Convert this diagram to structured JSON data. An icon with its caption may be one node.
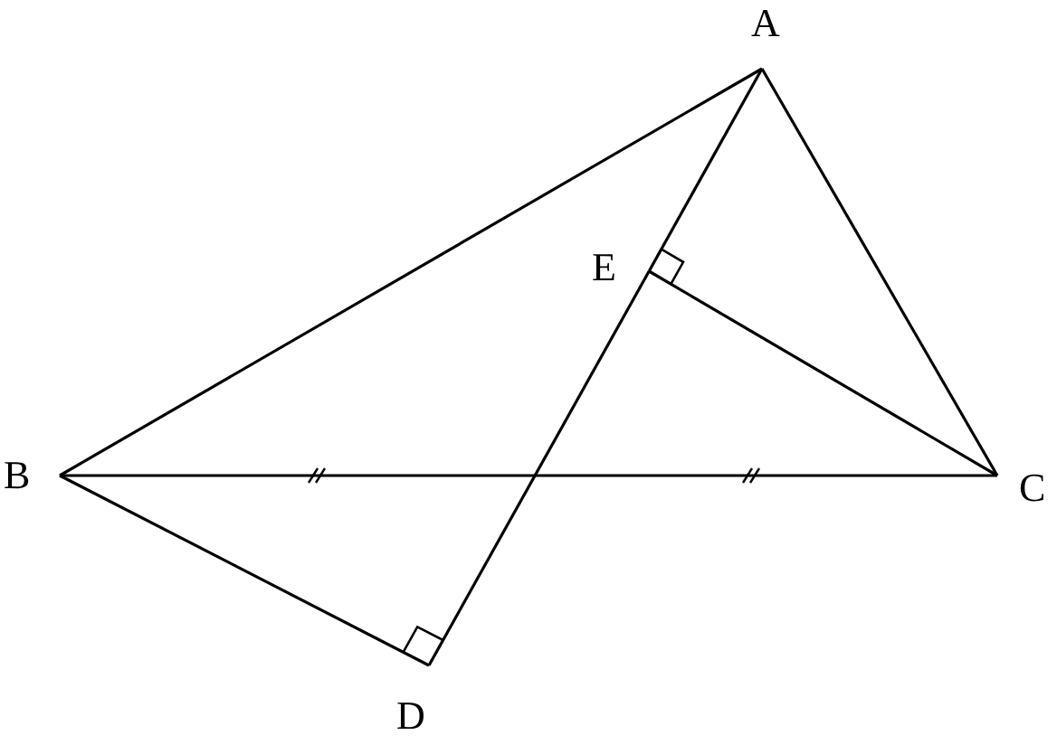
{
  "diagram": {
    "nodes": [
      {
        "text": [
          "A"
        ]
      },
      {
        "text": [
          "E"
        ]
      },
      {
        "text": [
          "B"
        ]
      },
      {
        "text": [
          "C"
        ]
      },
      {
        "text": [
          "D"
        ]
      }
    ],
    "edges": [
      {
        "from": 0,
        "to": 2,
        "arrow": "none"
      },
      {
        "from": 0,
        "to": 3,
        "arrow": "none"
      },
      {
        "from": 2,
        "to": 3,
        "arrow": "none"
      },
      {
        "from": 0,
        "to": 1,
        "arrow": "none"
      },
      {
        "from": 1,
        "to": 4,
        "arrow": "none"
      },
      {
        "from": 2,
        "to": 4,
        "arrow": "none"
      },
      {
        "from": 1,
        "to": 3,
        "arrow": "none"
      }
    ]
  }
}
